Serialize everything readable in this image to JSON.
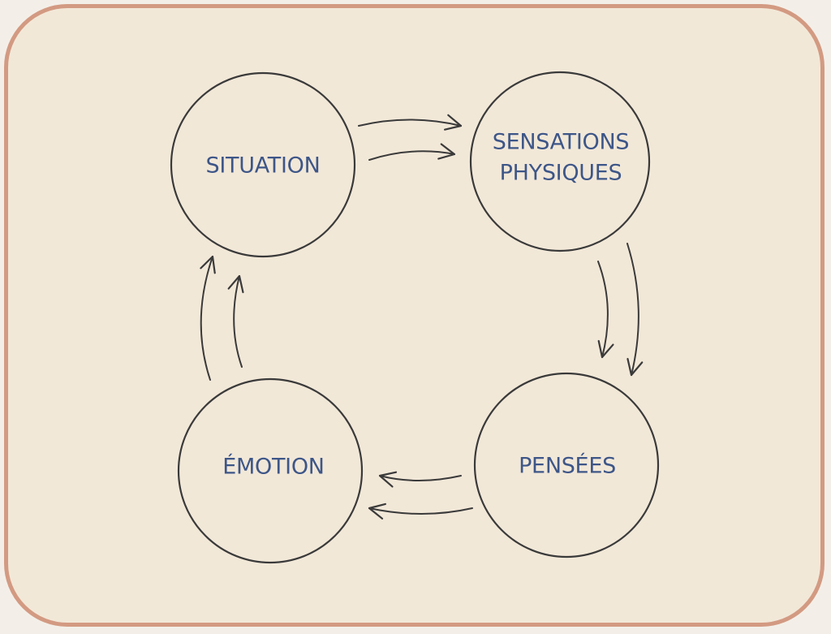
{
  "diagram": {
    "nodes": {
      "situation": {
        "label": "SITUATION"
      },
      "sensations": {
        "line1": "SENSATIONS",
        "line2": "PHYSIQUES"
      },
      "pensees": {
        "label": "PENSÉES"
      },
      "emotion": {
        "label": "ÉMOTION"
      }
    },
    "colors": {
      "label_text": "#3d5688",
      "outline": "#3a3a3a",
      "frame_border": "#d39a82",
      "frame_fill": "#f2e8d8"
    }
  }
}
